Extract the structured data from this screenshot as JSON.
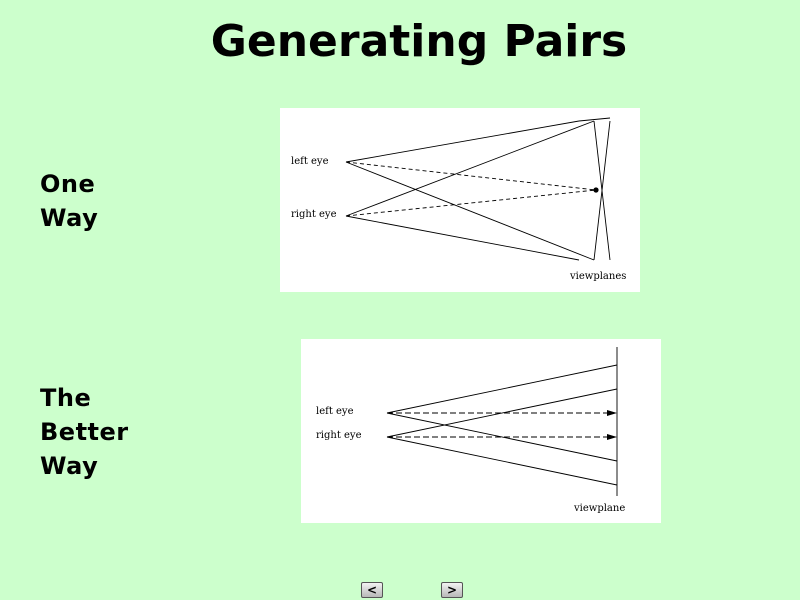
{
  "slide": {
    "title": "Generating Pairs"
  },
  "section_one": {
    "label_lines": [
      "One",
      "Way"
    ],
    "figure": {
      "left_eye_label": "left eye",
      "right_eye_label": "right eye",
      "plane_label": "viewplanes"
    }
  },
  "section_two": {
    "label_lines": [
      "The",
      "Better",
      "Way"
    ],
    "figure": {
      "left_eye_label": "left eye",
      "right_eye_label": "right eye",
      "plane_label": "viewplane"
    }
  },
  "navigation": {
    "prev_label": "<",
    "next_label": ">"
  }
}
